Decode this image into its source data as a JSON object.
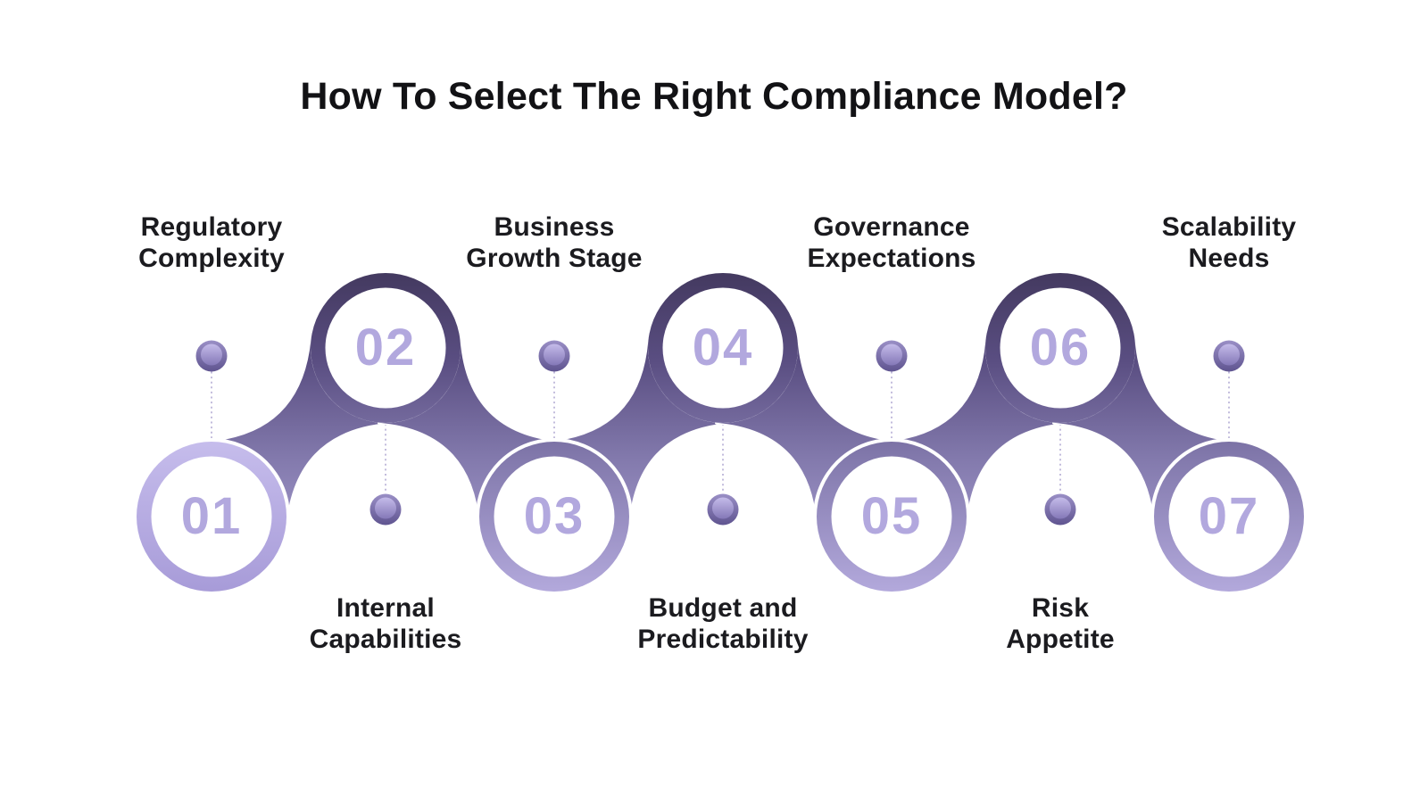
{
  "title": "How To Select The Right Compliance Model?",
  "palette": {
    "background": "#ffffff",
    "title_text": "#121215",
    "label_text": "#1b1b1f",
    "number_text": "#b2a8de",
    "band_top": "#43395f",
    "band_upper": "#5a4e82",
    "band_mid": "#8279ac",
    "band_bottom": "#b3a9dc",
    "ring1_top": "#c6bdec",
    "ring1_bottom": "#a79bd8",
    "dot_outer_top": "#9a8fc6",
    "dot_outer_bottom": "#5f5490",
    "dot_inner_top": "#c4bbe9",
    "dot_inner_bottom": "#8478b8",
    "leader_line": "#b3abd4",
    "seam": "#ffffff"
  },
  "steps": [
    {
      "number": "01",
      "label_lines": [
        "Regulatory",
        "Complexity"
      ],
      "label_position": "top"
    },
    {
      "number": "02",
      "label_lines": [
        "Internal",
        "Capabilities"
      ],
      "label_position": "bottom"
    },
    {
      "number": "03",
      "label_lines": [
        "Business",
        "Growth Stage"
      ],
      "label_position": "top"
    },
    {
      "number": "04",
      "label_lines": [
        "Budget and",
        "Predictability"
      ],
      "label_position": "bottom"
    },
    {
      "number": "05",
      "label_lines": [
        "Governance",
        "Expectations"
      ],
      "label_position": "top"
    },
    {
      "number": "06",
      "label_lines": [
        "Risk",
        "Appetite"
      ],
      "label_position": "bottom"
    },
    {
      "number": "07",
      "label_lines": [
        "Scalability",
        "Needs"
      ],
      "label_position": "top"
    }
  ]
}
